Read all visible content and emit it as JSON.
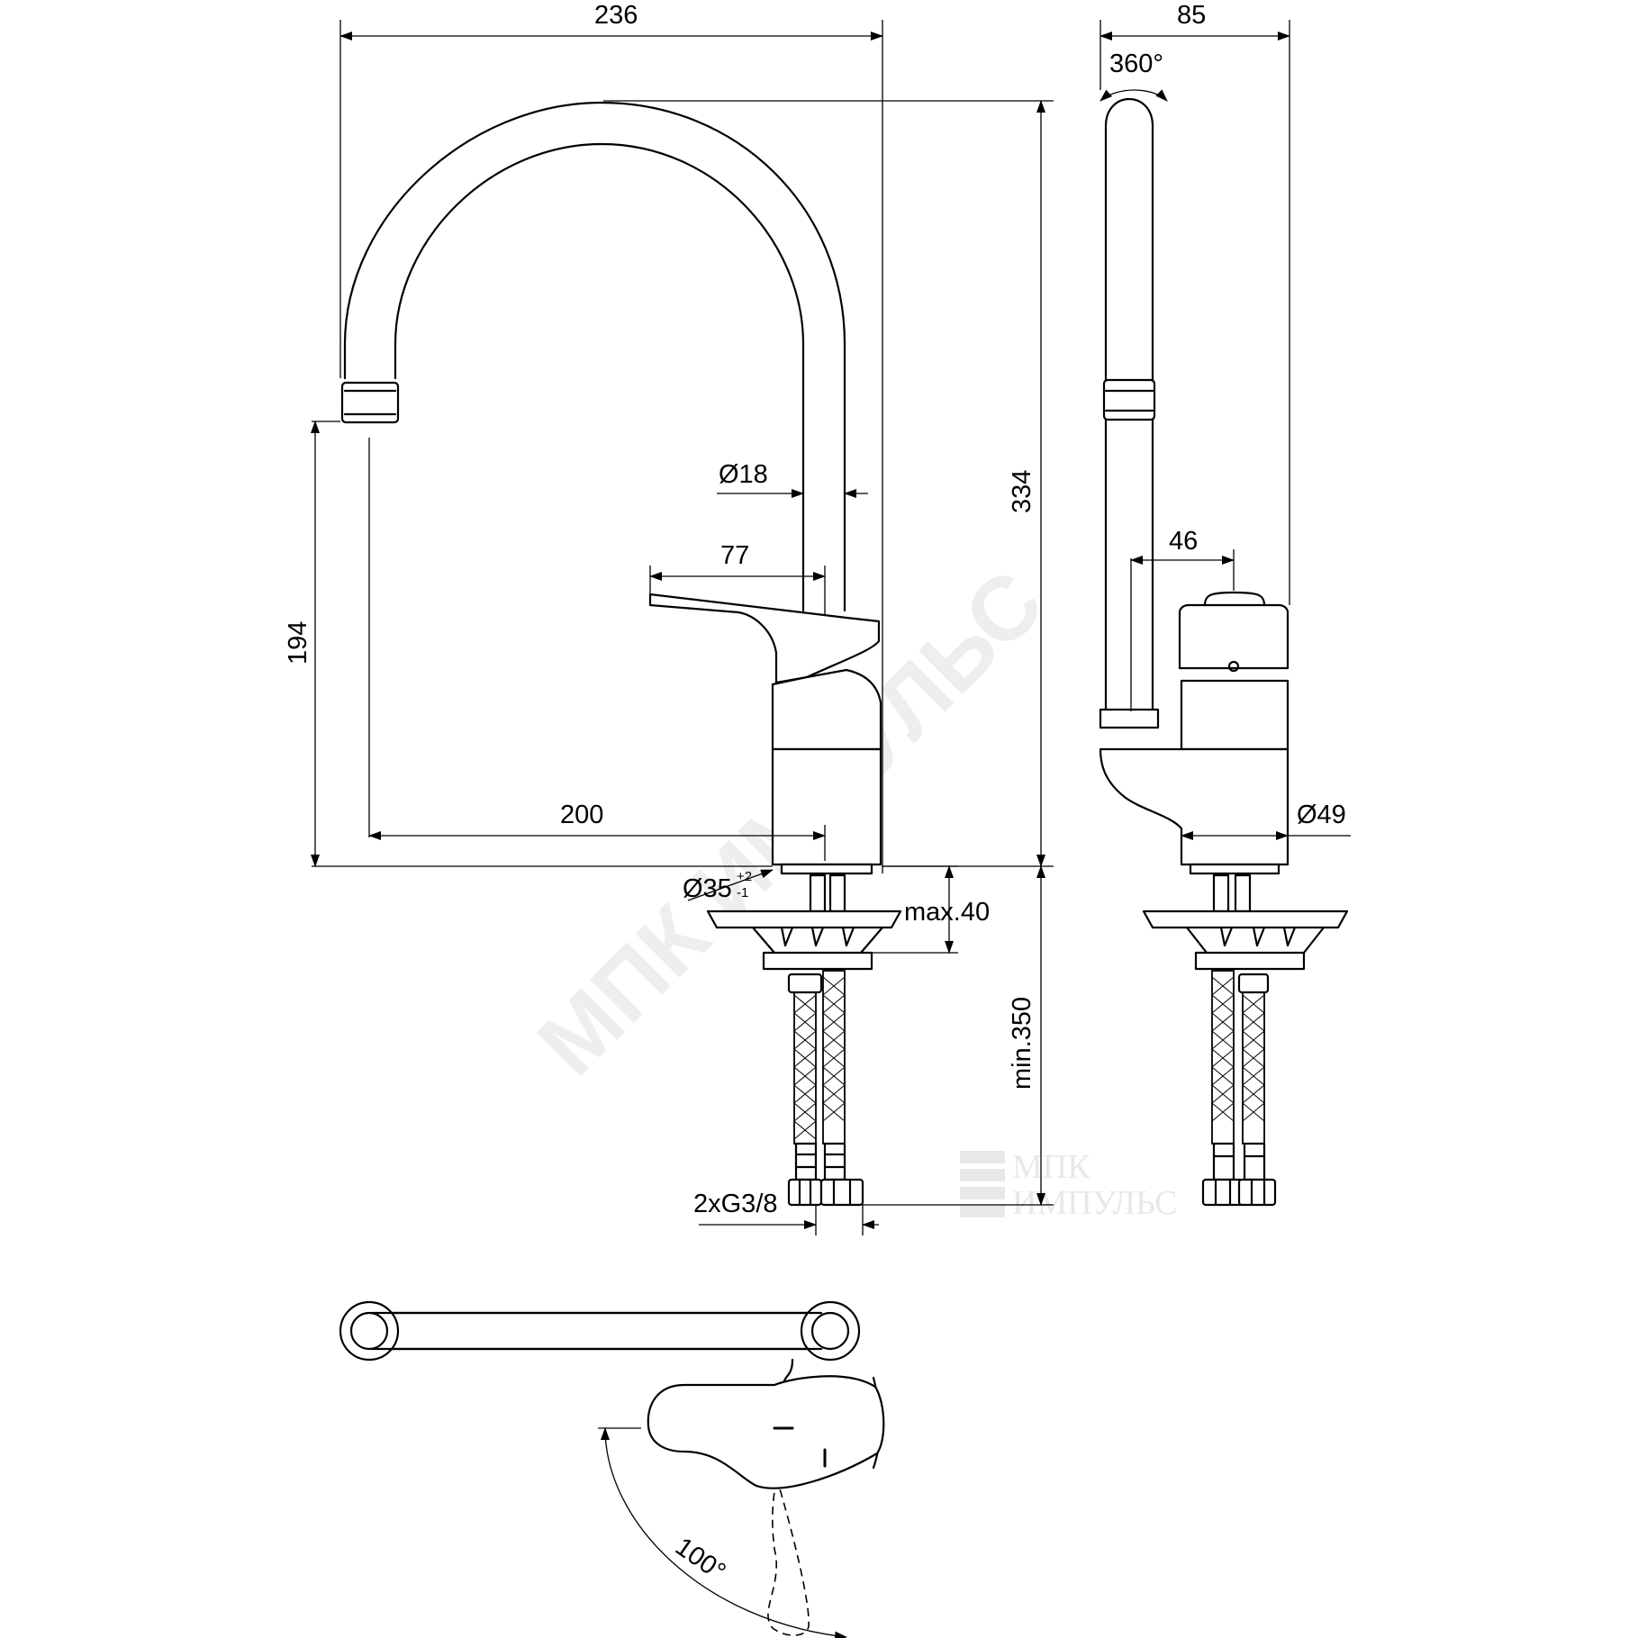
{
  "dimensions": {
    "overall_width": "236",
    "side_depth": "85",
    "rotation": "360°",
    "height_total": "334",
    "spout_height": "194",
    "spout_diameter": "Ø18",
    "lever_length": "77",
    "lever_depth": "46",
    "spout_reach": "200",
    "body_diameter": "Ø49",
    "hole_diameter": "Ø35",
    "hole_tol_plus": "+2",
    "hole_tol_minus": "-1",
    "deck_thickness": "max.40",
    "hose_length": "min.350",
    "connection": "2xG3/8",
    "lever_angle": "100°"
  },
  "watermark": {
    "diagonal": "МПК ИМПУЛЬС",
    "logo_line1": "МПК",
    "logo_line2": "ИМПУЛЬС"
  }
}
